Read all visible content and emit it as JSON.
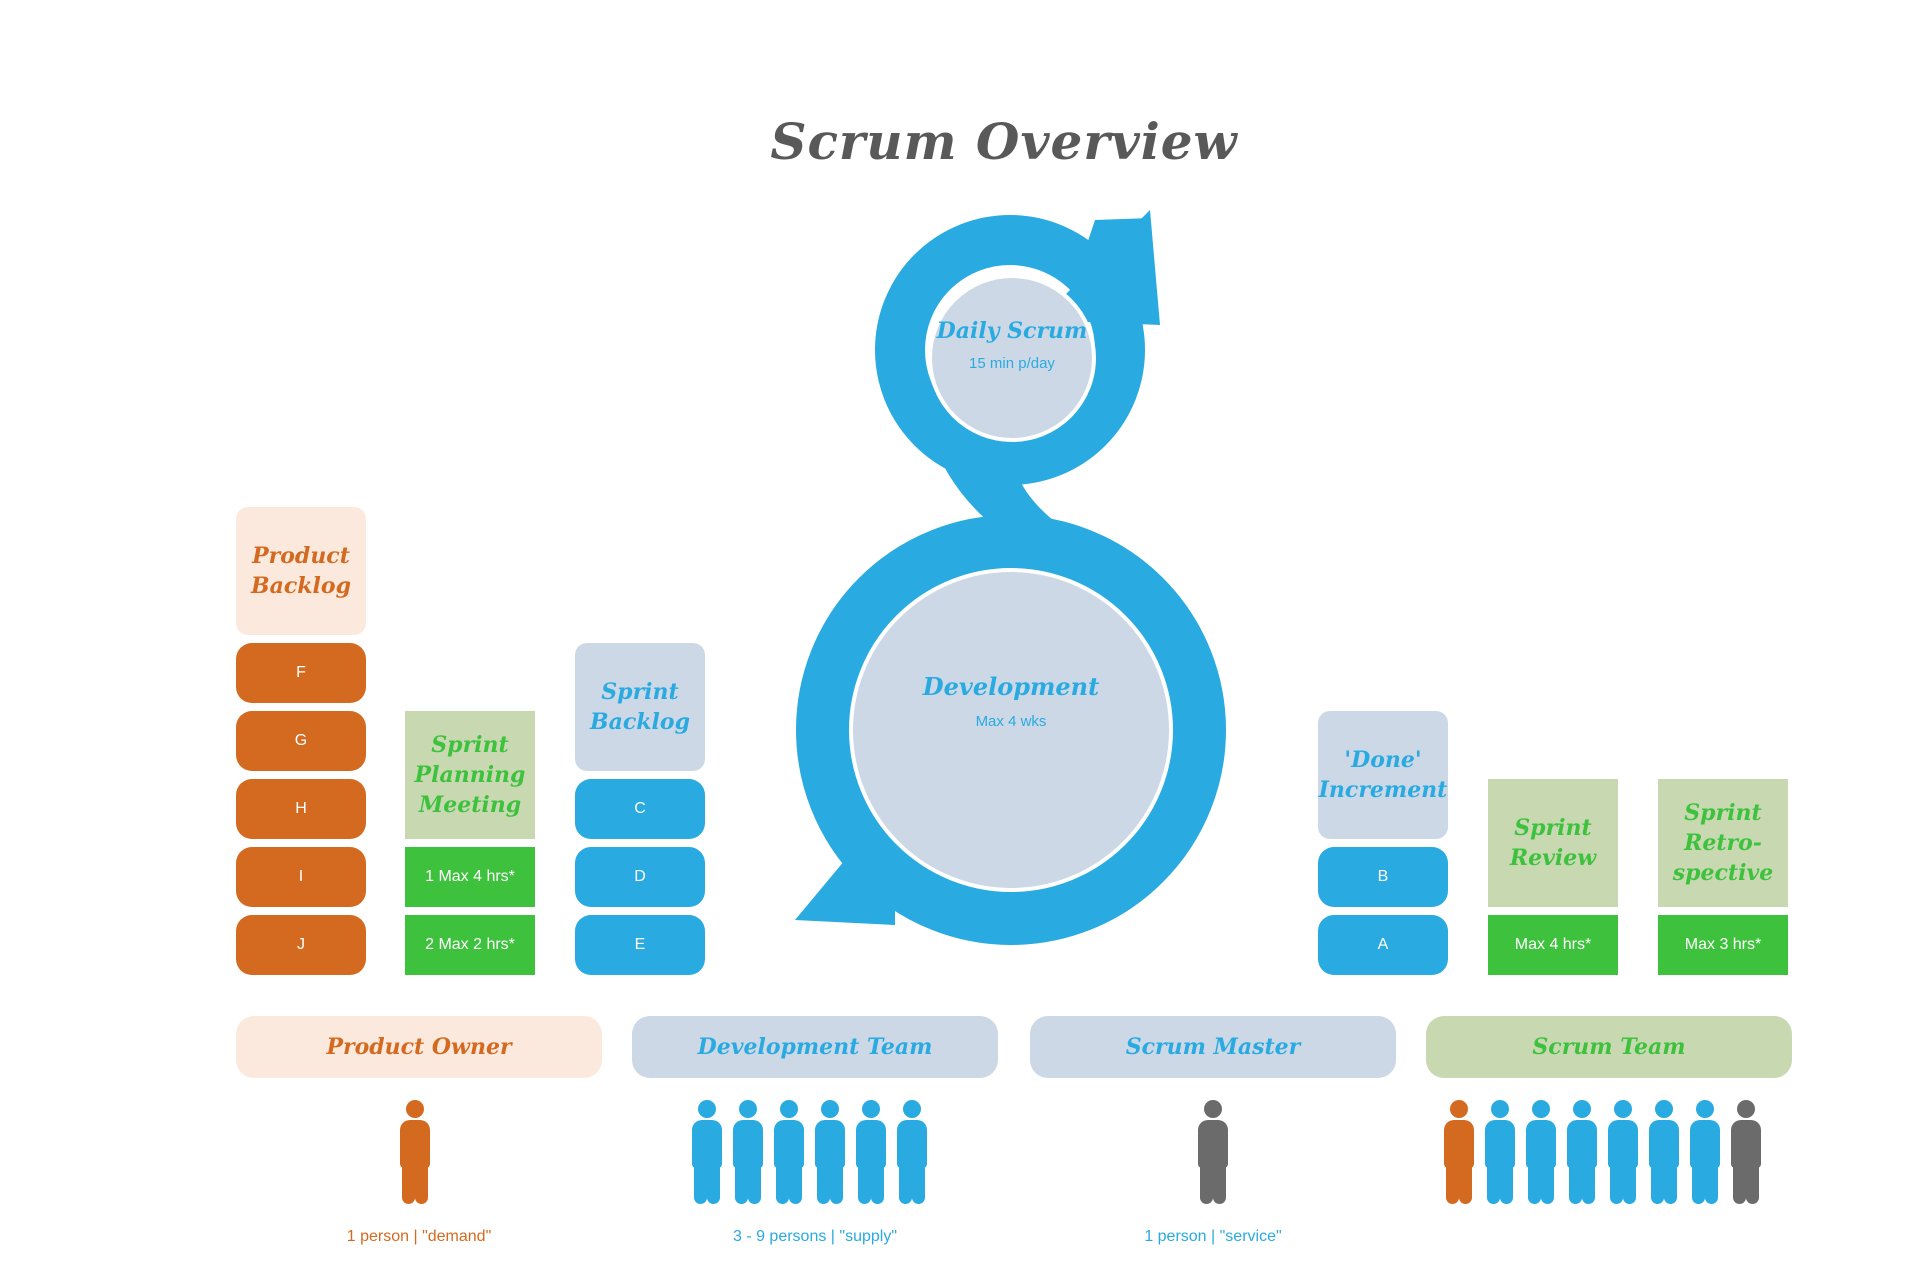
{
  "title": "Scrum Overview",
  "colors": {
    "orange": "#d46a1f",
    "orange_light": "#fbe9dd",
    "blue": "#29aae1",
    "blue_light": "#cdd8e6",
    "green": "#3ec23e",
    "green_light": "#c8d9b2",
    "gray": "#6b6b6b"
  },
  "product_backlog": {
    "label": "Product\nBacklog",
    "items": [
      "F",
      "G",
      "H",
      "I",
      "J"
    ]
  },
  "sprint_planning": {
    "label": "Sprint\nPlanning\nMeeting",
    "items": [
      "1 Max 4 hrs*",
      "2 Max 2 hrs*"
    ]
  },
  "sprint_backlog": {
    "label": "Sprint\nBacklog",
    "items": [
      "C",
      "D",
      "E"
    ]
  },
  "cycle": {
    "daily_scrum": {
      "label": "Daily Scrum",
      "sub": "15 min p/day"
    },
    "development": {
      "label": "Development",
      "sub": "Max 4 wks"
    }
  },
  "done_increment": {
    "label": "'Done'\nIncrement",
    "items": [
      "B",
      "A"
    ]
  },
  "sprint_review": {
    "label": "Sprint\nReview",
    "item": "Max 4 hrs*"
  },
  "sprint_retrospective": {
    "label": "Sprint\nRetro-\nspective",
    "item": "Max 3 hrs*"
  },
  "roles": [
    {
      "label": "Product Owner",
      "caption": "1 person | \"demand\""
    },
    {
      "label": "Development Team",
      "caption": "3 - 9 persons | \"supply\""
    },
    {
      "label": "Scrum Master",
      "caption": "1 person | \"service\""
    },
    {
      "label": "Scrum Team",
      "caption": ""
    }
  ],
  "people": {
    "product_owner": [
      "orange"
    ],
    "development_team": [
      "blue",
      "blue",
      "blue",
      "blue",
      "blue",
      "blue"
    ],
    "scrum_master": [
      "gray"
    ],
    "scrum_team": [
      "orange",
      "blue",
      "blue",
      "blue",
      "blue",
      "blue",
      "blue",
      "gray"
    ]
  }
}
